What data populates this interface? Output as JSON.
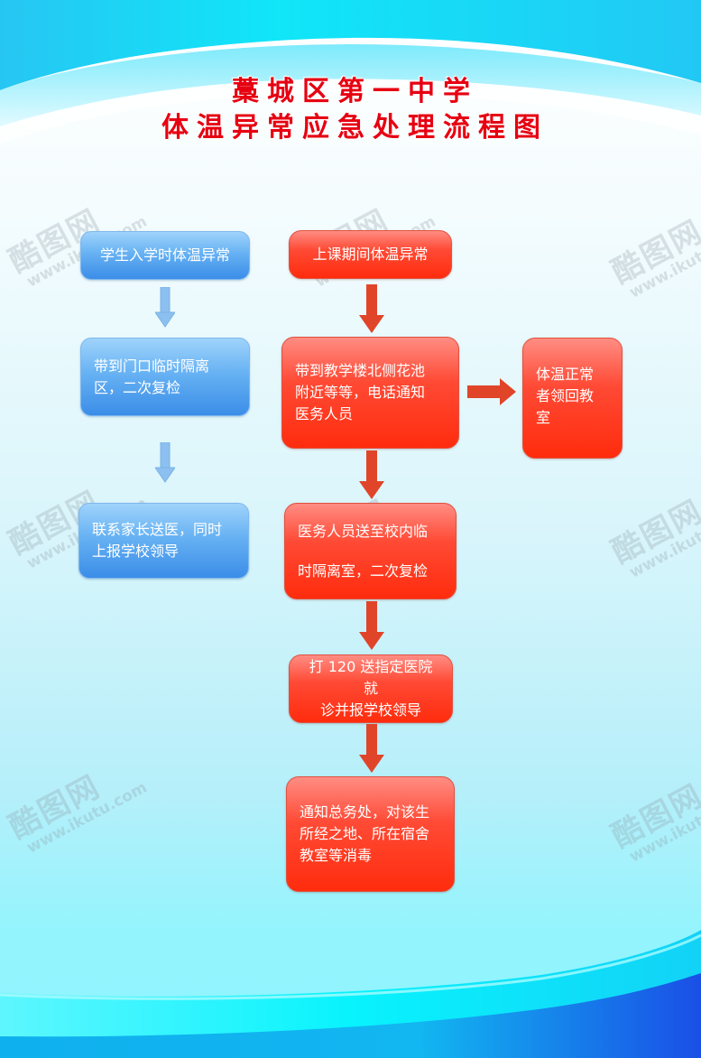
{
  "title": {
    "line1": "藁城区第一中学",
    "line2": "体温异常应急处理流程图"
  },
  "colors": {
    "title_red": "#e60012",
    "blue_box": "#5aa6f0",
    "red_box": "#ff3a1e",
    "red_arrow": "#e0452a",
    "blue_arrow": "#8cc0f0"
  },
  "left_flow": {
    "step1": {
      "lines": [
        "学生入学时体温异常"
      ]
    },
    "step2": {
      "lines": [
        "带到门口临时隔离",
        "区，二次复检"
      ]
    },
    "step3": {
      "lines": [
        "联系家长送医，同时",
        "上报学校领导"
      ]
    }
  },
  "right_flow": {
    "step1": {
      "lines": [
        "上课期间体温异常"
      ]
    },
    "step2": {
      "lines": [
        "带到教学楼北侧花池",
        "附近等等，电话通知",
        "医务人员"
      ]
    },
    "side": {
      "lines": [
        "体温正常",
        "者领回教",
        "室"
      ]
    },
    "step3": {
      "lines": [
        "医务人员送至校内临",
        "时隔离室，二次复检"
      ]
    },
    "step4": {
      "lines": [
        "打 120 送指定医院就",
        "诊并报学校领导"
      ]
    },
    "step5": {
      "lines": [
        "通知总务处，对该生",
        "所经之地、所在宿舍",
        "教室等消毒"
      ]
    }
  },
  "watermark": {
    "brand": "酷图网",
    "url": "www.ikutu.com"
  }
}
